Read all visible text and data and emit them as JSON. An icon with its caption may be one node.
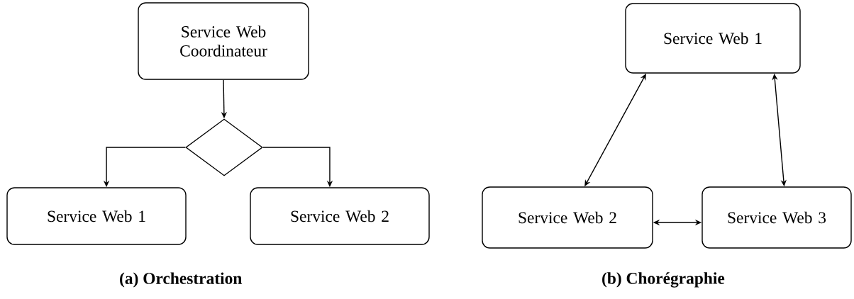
{
  "diagram": {
    "nodes": [
      {
        "text": [
          "Service Web Coordinateur"
        ]
      },
      {
        "text": [],
        "shape": "diamond"
      },
      {
        "text": [
          "Service Web 1"
        ]
      },
      {
        "text": [
          "Service Web 2"
        ]
      },
      {
        "text": [
          "Service Web 1"
        ]
      },
      {
        "text": [
          "Service Web 2"
        ]
      },
      {
        "text": [
          "Service Web 3"
        ]
      }
    ],
    "edges": [
      {
        "from": 0,
        "to": 1,
        "arrow": "to"
      },
      {
        "from": 1,
        "to": 2,
        "arrow": "to"
      },
      {
        "from": 1,
        "to": 3,
        "arrow": "to"
      },
      {
        "from": 4,
        "to": 5,
        "arrow": "both"
      },
      {
        "from": 4,
        "to": 6,
        "arrow": "both"
      },
      {
        "from": 5,
        "to": 6,
        "arrow": "both"
      }
    ],
    "labels": [
      "(a) Orchestration",
      "(b) Chorégraphie"
    ]
  }
}
